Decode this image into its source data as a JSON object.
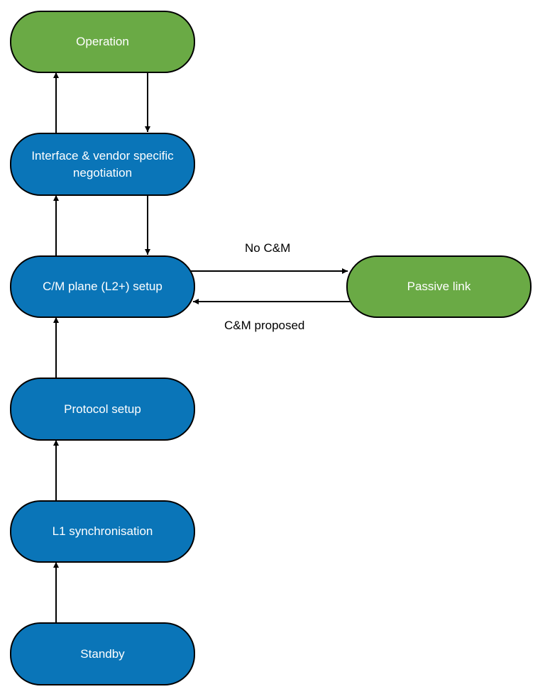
{
  "colors": {
    "blue_node": "#0a75b8",
    "green_node": "#6aaa45",
    "outline": "#000000",
    "text_on_node": "#ffffff"
  },
  "nodes": {
    "operation": "Operation",
    "negotiation": "Interface & vendor specific negotiation",
    "cm_plane": "C/M plane (L2+) setup",
    "protocol": "Protocol setup",
    "l1_sync": "L1 synchronisation",
    "standby": "Standby",
    "passive": "Passive link"
  },
  "edges": {
    "no_cm": "No C&M",
    "cm_proposed": "C&M proposed"
  }
}
